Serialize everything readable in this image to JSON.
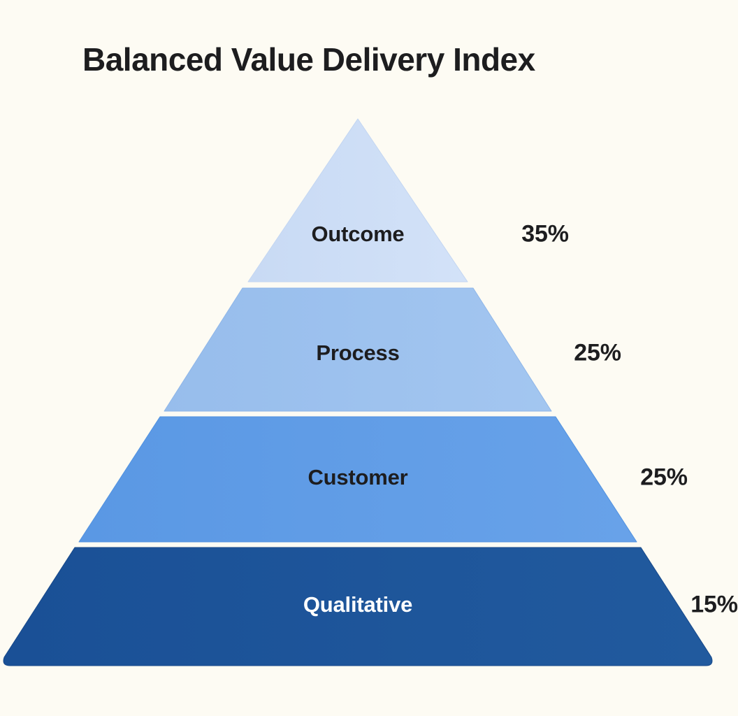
{
  "chart": {
    "title": "Balanced Value Delivery Index",
    "background_color": "#fdfbf3",
    "title_color": "#1d1d1f"
  },
  "chart_data": {
    "type": "pie",
    "subtype": "pyramid",
    "title": "Balanced Value Delivery Index",
    "xlabel": "",
    "ylabel": "",
    "categories": [
      "Outcome",
      "Process",
      "Customer",
      "Qualitative"
    ],
    "values": [
      35,
      25,
      25,
      15
    ],
    "value_labels": [
      "35%",
      "25%",
      "25%",
      "15%"
    ],
    "value_unit": "%",
    "colors": [
      "#ccddf5",
      "#9cc1ee",
      "#5e9be6",
      "#1d5499"
    ],
    "label_colors": [
      "#1d1d1f",
      "#1d1d1f",
      "#1d1d1f",
      "#ffffff"
    ],
    "legend": "none",
    "grid": false,
    "orientation": "top-to-bottom",
    "notes": "Bottom tier value label is clipped by the right edge of the image; only the leading digit 1 is visible.",
    "levels": [
      {
        "name": "Outcome",
        "value": 35,
        "value_label": "35%",
        "color": "#ccddf5",
        "label_color": "#1d1d1f",
        "label_x": 512,
        "label_y": 335,
        "value_x": 780,
        "value_y": 335
      },
      {
        "name": "Process",
        "value": 25,
        "value_label": "25%",
        "color": "#9cc1ee",
        "label_color": "#1d1d1f",
        "label_x": 512,
        "label_y": 505,
        "value_x": 855,
        "value_y": 505
      },
      {
        "name": "Customer",
        "value": 25,
        "value_label": "25%",
        "color": "#5e9be6",
        "label_color": "#1d1d1f",
        "label_x": 512,
        "label_y": 683,
        "value_x": 950,
        "value_y": 683
      },
      {
        "name": "Qualitative",
        "value": 15,
        "value_label": "15%",
        "color": "#1d5499",
        "label_color": "#ffffff",
        "label_x": 512,
        "label_y": 865,
        "value_x": 1022,
        "value_y": 865
      }
    ]
  }
}
